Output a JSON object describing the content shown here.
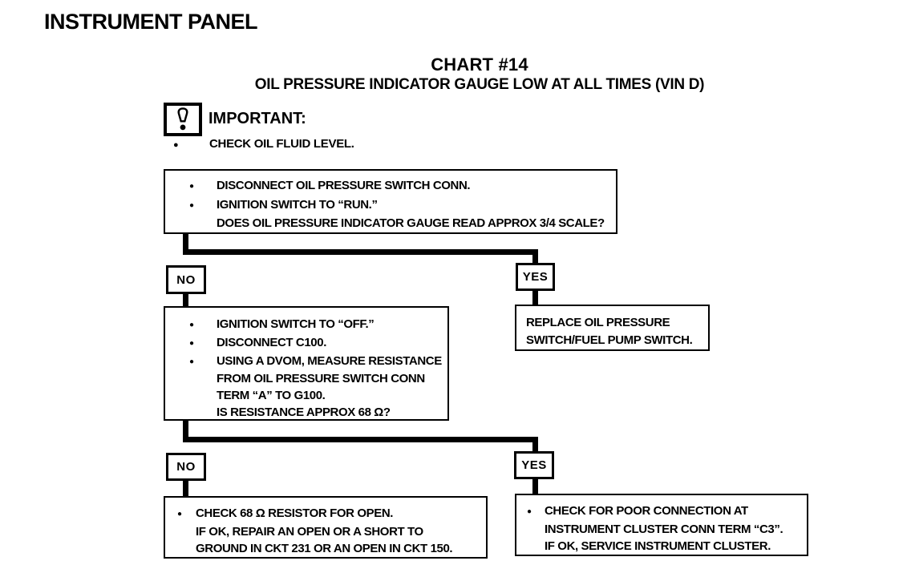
{
  "page_title": "INSTRUMENT PANEL",
  "header": {
    "chart_label": "CHART #14",
    "chart_subtitle": "OIL PRESSURE INDICATOR GAUGE LOW AT ALL TIMES (VIN D)"
  },
  "icons": {
    "bullet": "●",
    "important_exclamation": "!"
  },
  "important": {
    "label": "IMPORTANT:",
    "note_bullet": "●",
    "note": "CHECK OIL FLUID LEVEL."
  },
  "flowchart": {
    "step1": {
      "lines": [
        {
          "bullet": "●",
          "text": "DISCONNECT OIL PRESSURE SWITCH CONN."
        },
        {
          "bullet": "●",
          "text": "IGNITION SWITCH TO “RUN.”"
        },
        {
          "bullet": "",
          "text": "DOES OIL PRESSURE INDICATOR GAUGE READ APPROX 3/4 SCALE?"
        }
      ]
    },
    "branch1": {
      "no_label": "NO",
      "yes_label": "YES"
    },
    "replace_switch": {
      "lines": [
        {
          "bullet": "",
          "text": "REPLACE OIL PRESSURE"
        },
        {
          "bullet": "",
          "text": "SWITCH/FUEL PUMP SWITCH."
        }
      ]
    },
    "step2": {
      "lines": [
        {
          "bullet": "●",
          "text": "IGNITION SWITCH TO “OFF.”"
        },
        {
          "bullet": "●",
          "text": "DISCONNECT C100."
        },
        {
          "bullet": "●",
          "text": "USING A DVOM, MEASURE RESISTANCE"
        },
        {
          "bullet": "",
          "text": "FROM OIL PRESSURE SWITCH CONN"
        },
        {
          "bullet": "",
          "text": "TERM “A” TO G100."
        },
        {
          "bullet": "",
          "text": "IS RESISTANCE APPROX 68 Ω?"
        }
      ]
    },
    "branch2": {
      "no_label": "NO",
      "yes_label": "YES"
    },
    "check_resistor": {
      "lines": [
        {
          "bullet": "●",
          "text": "CHECK 68 Ω RESISTOR FOR OPEN."
        },
        {
          "bullet": "",
          "text": "IF OK, REPAIR AN OPEN OR A SHORT TO"
        },
        {
          "bullet": "",
          "text": "GROUND IN CKT 231 OR AN OPEN IN CKT 150."
        }
      ]
    },
    "check_connection": {
      "lines": [
        {
          "bullet": "●",
          "text": "CHECK FOR POOR CONNECTION AT"
        },
        {
          "bullet": "",
          "text": "INSTRUMENT CLUSTER CONN TERM “C3”."
        },
        {
          "bullet": "",
          "text": "IF OK, SERVICE INSTRUMENT CLUSTER."
        }
      ]
    }
  },
  "colors": {
    "ink": "#000000",
    "paper": "#ffffff"
  }
}
